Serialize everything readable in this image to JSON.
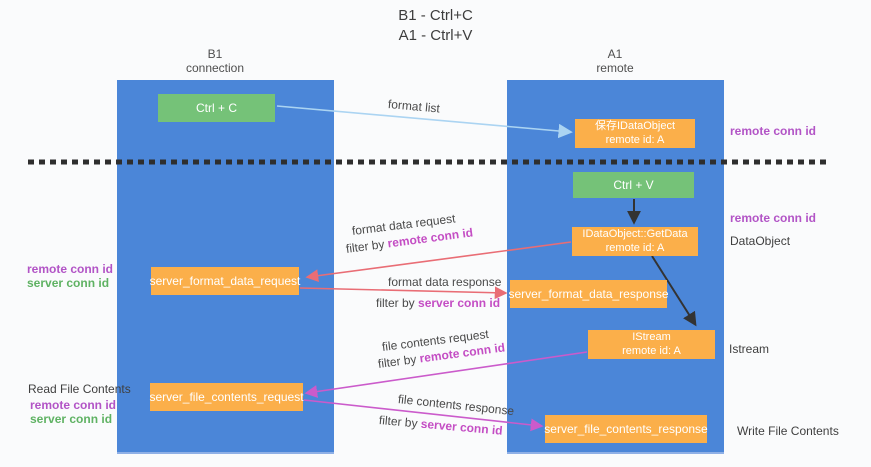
{
  "title": {
    "line1": "B1 - Ctrl+C",
    "line2": "A1 - Ctrl+V"
  },
  "lanes": {
    "left": {
      "header_line1": "B1",
      "header_line2": "connection"
    },
    "right": {
      "header_line1": "A1",
      "header_line2": "remote"
    }
  },
  "nodes": {
    "ctrl_c": "Ctrl + C",
    "ctrl_v": "Ctrl + V",
    "save_idataobject": {
      "line1": "保存IDataObject",
      "line2": "remote id: A"
    },
    "getdata": {
      "line1": "IDataObject::GetData",
      "line2": "remote id: A"
    },
    "istream": {
      "line1": "IStream",
      "line2": "remote id: A"
    },
    "server_format_data_request": "server_format_data_request",
    "server_format_data_response": "server_format_data_response",
    "server_file_contents_request": "server_file_contents_request",
    "server_file_contents_response": "server_file_contents_response"
  },
  "side_labels": {
    "right_top_remote": "remote conn id",
    "right_mid_remote": "remote conn id",
    "right_dataobject": "DataObject",
    "right_istream": "Istream",
    "right_write_file": "Write File Contents",
    "left_remote_1": "remote conn id",
    "left_server_1": "server conn id",
    "left_read_file": "Read File Contents",
    "left_remote_2": "remote conn id",
    "left_server_2": "server conn id"
  },
  "flow_labels": {
    "format_list": "format list",
    "format_data_request": "format data request",
    "format_data_request_filter": {
      "prefix": "filter by ",
      "key": "remote conn id"
    },
    "format_data_response": "format data response",
    "format_data_response_filter": {
      "prefix": "filter by ",
      "key": "server conn id"
    },
    "file_contents_request": "file contents request",
    "file_contents_request_filter": {
      "prefix": "filter by ",
      "key": "remote conn id"
    },
    "file_contents_response": "file contents response",
    "file_contents_response_filter": {
      "prefix": "filter by ",
      "key": "server conn id"
    }
  },
  "colors": {
    "lane_blue": "#4b86d8",
    "box_green": "#75c278",
    "box_orange": "#fbaf4a",
    "arrow_light_blue": "#abd4f2",
    "arrow_black": "#333333",
    "arrow_salmon": "#e96d75",
    "arrow_magenta": "#cb5bcb",
    "label_purple": "#b254c6",
    "label_green": "#5fb263",
    "label_magenta": "#c44ec4",
    "dashed_line": "#2e2e2e",
    "background": "#fafbfc"
  }
}
